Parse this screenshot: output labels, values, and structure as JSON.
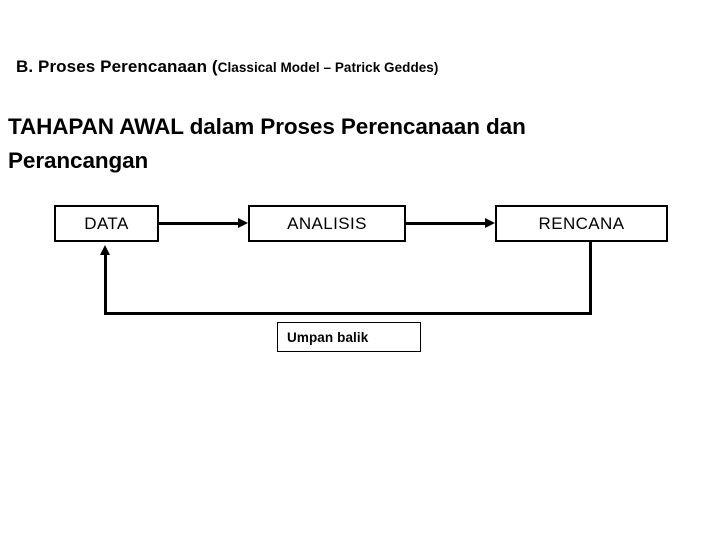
{
  "slide": {
    "background_color": "#ffffff",
    "text_color": "#000000"
  },
  "heading": {
    "label": "B.  Proses Perencanaan (",
    "parenthetical": "Classical Model – Patrick Geddes)"
  },
  "subheading": {
    "line1": "TAHAPAN AWAL dalam Proses Perencanaan dan",
    "line2": "Perancangan"
  },
  "diagram": {
    "nodes": [
      {
        "id": "data",
        "label": "DATA"
      },
      {
        "id": "analisis",
        "label": "ANALISIS"
      },
      {
        "id": "rencana",
        "label": "RENCANA"
      }
    ],
    "feedback": {
      "label": "Umpan balik"
    },
    "connectors": [
      {
        "id": "data-to-analisis",
        "type": "arrow-right"
      },
      {
        "id": "analisis-to-rencana",
        "type": "arrow-right"
      },
      {
        "id": "rencana-to-data-feedback",
        "type": "arrow-up"
      }
    ]
  }
}
